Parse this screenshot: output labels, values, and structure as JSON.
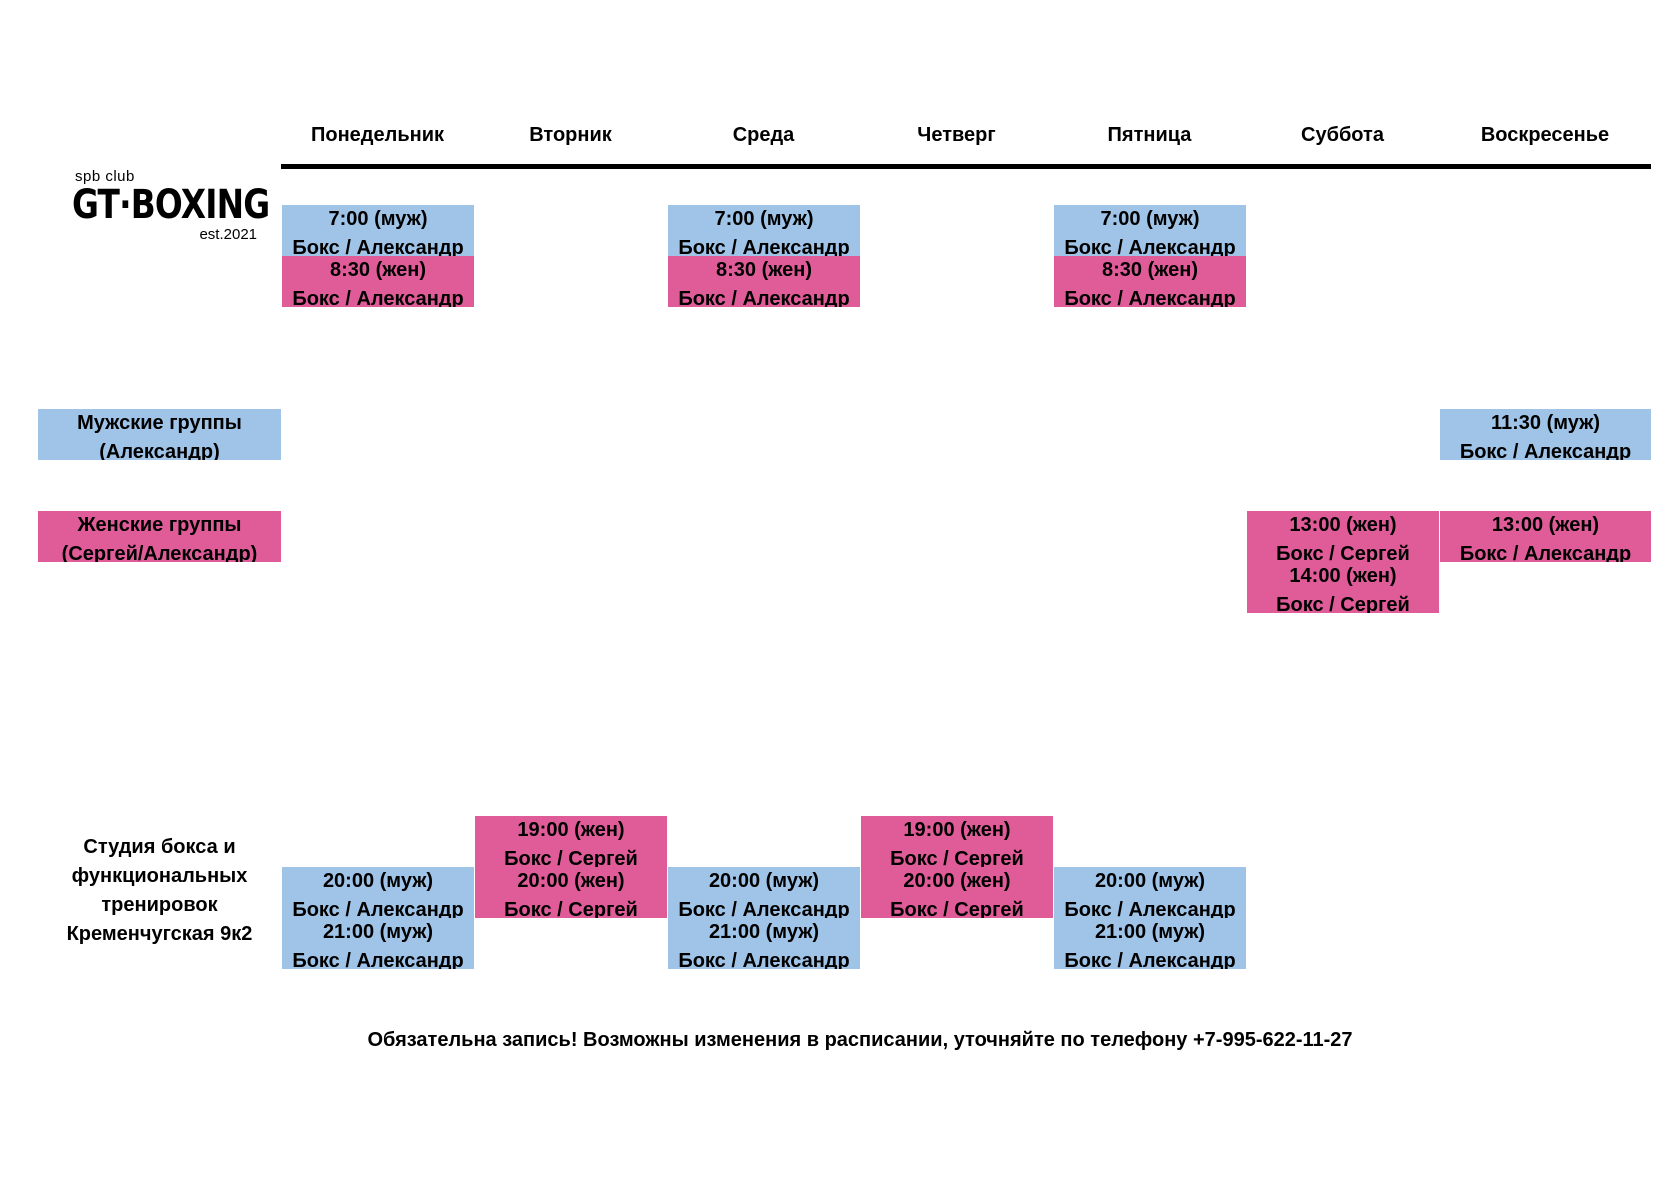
{
  "days": [
    "Понедельник",
    "Вторник",
    "Среда",
    "Четверг",
    "Пятница",
    "Суббота",
    "Воскресенье"
  ],
  "logo": {
    "top": "spb club",
    "main": "GT·BOXING",
    "est": "est.2021"
  },
  "legend": {
    "men_line1": "Мужские группы",
    "men_line2": "(Александр)",
    "women_line1": "Женские группы",
    "women_line2": "(Сергей/Александр)"
  },
  "studio": {
    "line1": "Студия бокса и",
    "line2": "функциональных",
    "line3": "тренировок",
    "line4": "Кременчугская 9к2"
  },
  "colors": {
    "men": "#9fc4e8",
    "women": "#e05c98"
  },
  "sessions": [
    {
      "day": 0,
      "time": "7:00 (муж)",
      "label": "Бокс / Александр",
      "type": "m"
    },
    {
      "day": 0,
      "time": "8:30 (жен)",
      "label": "Бокс / Александр",
      "type": "f"
    },
    {
      "day": 2,
      "time": "7:00 (муж)",
      "label": "Бокс / Александр",
      "type": "m"
    },
    {
      "day": 2,
      "time": "8:30 (жен)",
      "label": "Бокс / Александр",
      "type": "f"
    },
    {
      "day": 4,
      "time": "7:00 (муж)",
      "label": "Бокс / Александр",
      "type": "m"
    },
    {
      "day": 4,
      "time": "8:30 (жен)",
      "label": "Бокс / Александр",
      "type": "f"
    },
    {
      "day": 6,
      "time": "11:30 (муж)",
      "label": "Бокс / Александр",
      "type": "m"
    },
    {
      "day": 5,
      "time": "13:00 (жен)",
      "label": "Бокс / Сергей",
      "type": "f"
    },
    {
      "day": 6,
      "time": "13:00 (жен)",
      "label": "Бокс / Александр",
      "type": "f"
    },
    {
      "day": 5,
      "time": "14:00 (жен)",
      "label": "Бокс / Сергей",
      "type": "f"
    },
    {
      "day": 1,
      "time": "19:00 (жен)",
      "label": "Бокс / Сергей",
      "type": "f"
    },
    {
      "day": 3,
      "time": "19:00 (жен)",
      "label": "Бокс / Сергей",
      "type": "f"
    },
    {
      "day": 0,
      "time": "20:00 (муж)",
      "label": "Бокс / Александр",
      "type": "m"
    },
    {
      "day": 1,
      "time": "20:00 (жен)",
      "label": "Бокс / Сергей",
      "type": "f"
    },
    {
      "day": 2,
      "time": "20:00 (муж)",
      "label": "Бокс / Александр",
      "type": "m"
    },
    {
      "day": 3,
      "time": "20:00 (жен)",
      "label": "Бокс / Сергей",
      "type": "f"
    },
    {
      "day": 4,
      "time": "20:00 (муж)",
      "label": "Бокс / Александр",
      "type": "m"
    },
    {
      "day": 0,
      "time": "21:00 (муж)",
      "label": "Бокс / Александр",
      "type": "m"
    },
    {
      "day": 2,
      "time": "21:00 (муж)",
      "label": "Бокс / Александр",
      "type": "m"
    },
    {
      "day": 4,
      "time": "21:00 (муж)",
      "label": "Бокс / Александр",
      "type": "m"
    }
  ],
  "footer": "Обязательна запись! Возможны изменения в расписании, уточняйте по телефону +7-995-622-11-27"
}
